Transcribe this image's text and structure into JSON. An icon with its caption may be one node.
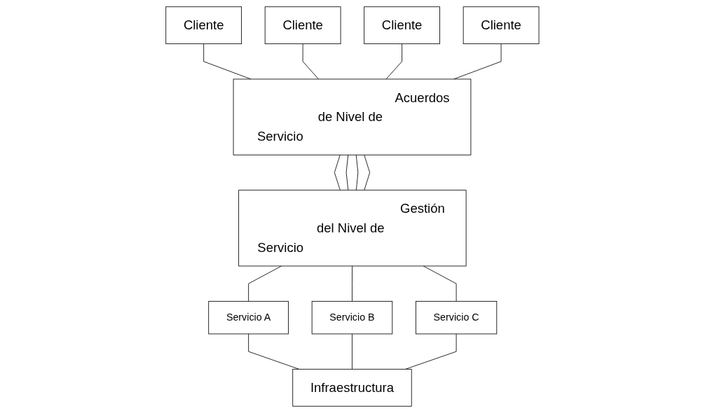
{
  "diagram": {
    "nodes": [
      {
        "text": [
          "Cliente"
        ]
      },
      {
        "text": [
          "Cliente"
        ]
      },
      {
        "text": [
          "Cliente"
        ]
      },
      {
        "text": [
          "Cliente"
        ]
      },
      {
        "text": [
          "Acuerdos de Nivel de Servicio"
        ]
      },
      {
        "text": [
          "Gestión del Nivel de Servicio"
        ]
      },
      {
        "text": [
          "Servicio A"
        ]
      },
      {
        "text": [
          "Servicio B"
        ]
      },
      {
        "text": [
          "Servicio C"
        ]
      },
      {
        "text": [
          "Infraestructura"
        ]
      }
    ],
    "edges": [
      {
        "from": 0,
        "to": 4,
        "arrow": "none"
      },
      {
        "from": 1,
        "to": 4,
        "arrow": "none"
      },
      {
        "from": 2,
        "to": 4,
        "arrow": "none"
      },
      {
        "from": 3,
        "to": 4,
        "arrow": "none"
      },
      {
        "from": 4,
        "to": 5,
        "arrow": "none"
      },
      {
        "from": 4,
        "to": 5,
        "arrow": "none"
      },
      {
        "from": 4,
        "to": 5,
        "arrow": "none"
      },
      {
        "from": 4,
        "to": 5,
        "arrow": "none"
      },
      {
        "from": 5,
        "to": 6,
        "arrow": "none"
      },
      {
        "from": 5,
        "to": 7,
        "arrow": "none"
      },
      {
        "from": 5,
        "to": 8,
        "arrow": "none"
      },
      {
        "from": 6,
        "to": 9,
        "arrow": "none"
      },
      {
        "from": 7,
        "to": 9,
        "arrow": "none"
      },
      {
        "from": 8,
        "to": 9,
        "arrow": "none"
      }
    ]
  }
}
